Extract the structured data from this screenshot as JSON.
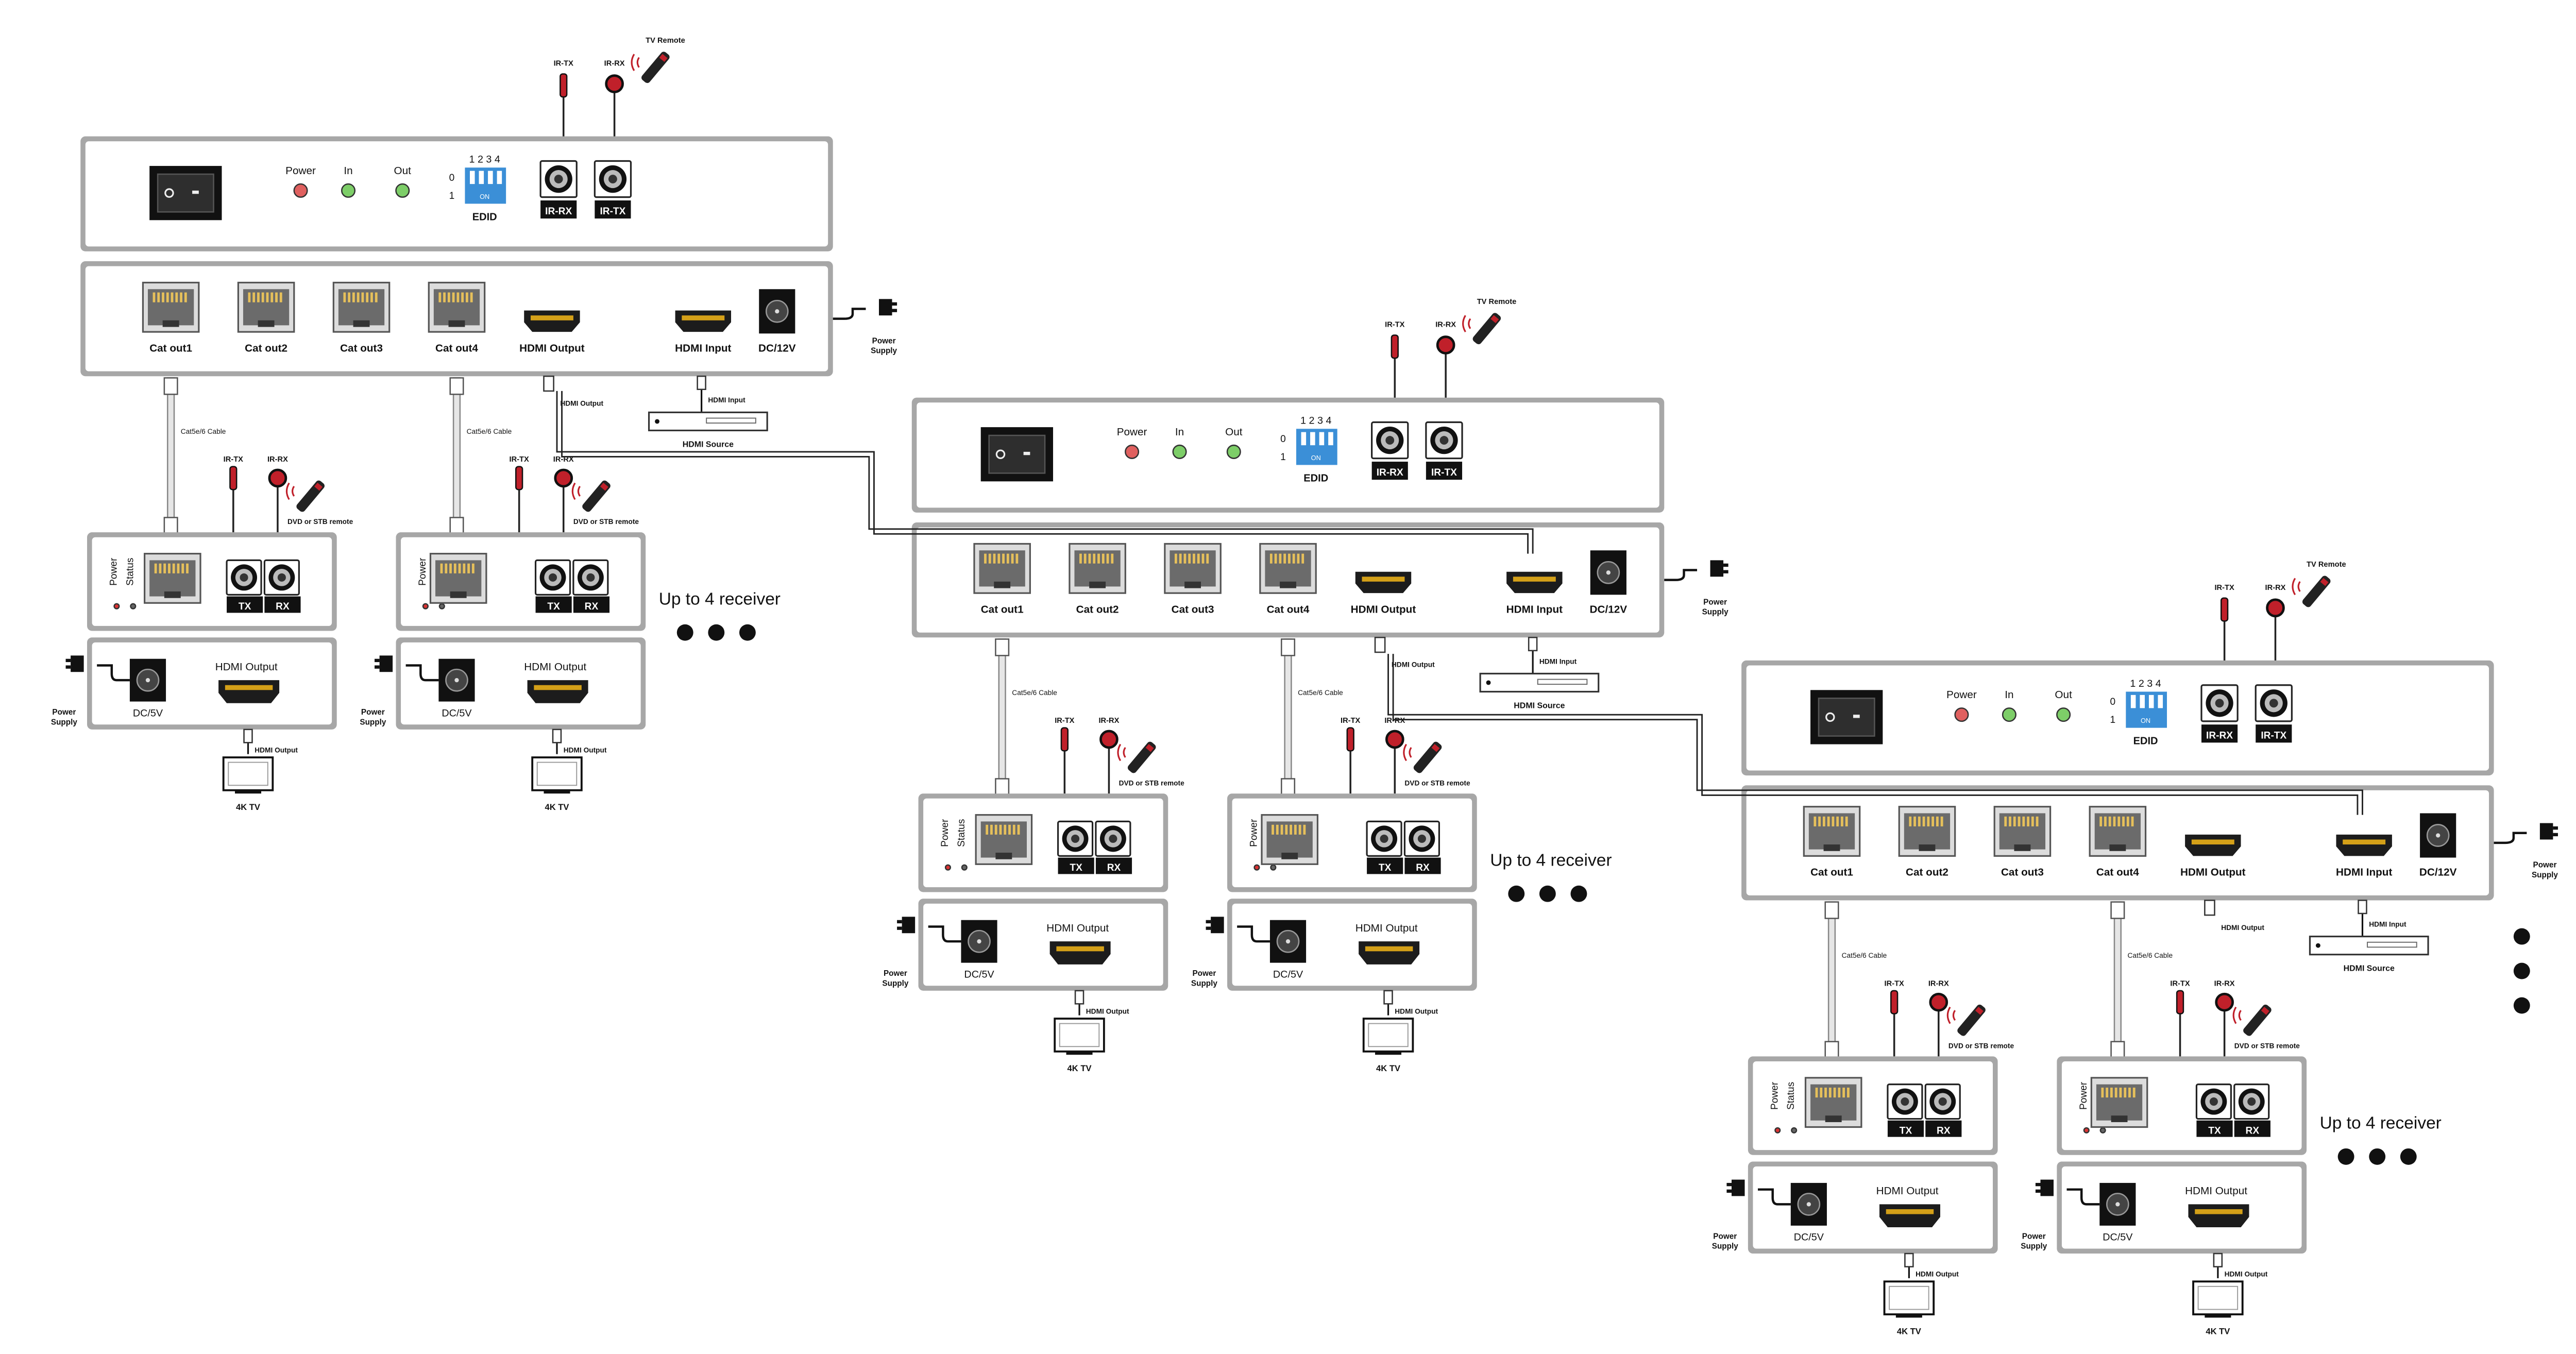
{
  "labels": {
    "power": "Power",
    "in": "In",
    "out": "Out",
    "edid": "EDID",
    "dip_numbers": "1 2 3 4",
    "dip_on": "ON",
    "dip_zero": "0",
    "dip_one": "1",
    "ir_rx": "IR-RX",
    "ir_tx": "IR-TX",
    "tv_remote": "TV Remote",
    "cat_out": [
      "Cat out1",
      "Cat out2",
      "Cat out3",
      "Cat out4"
    ],
    "hdmi_output": "HDMI Output",
    "hdmi_input": "HDMI Input",
    "dc12v": "DC/12V",
    "power_supply_1": "Power",
    "power_supply_2": "Supply",
    "hdmi_source": "HDMI Source",
    "cable": "Cat5e/6 Cable",
    "dvd_remote": "DVD or STB remote",
    "rx_power": "Power",
    "rx_status": "Status",
    "tx": "TX",
    "rx": "RX",
    "dc5v": "DC/5V",
    "tv": "4K TV",
    "up_to": "Up to 4 receiver"
  },
  "colors": {
    "frame": "#a7a7a7",
    "panel": "#ffffff",
    "dark": "#1a1a1a",
    "power_led": "#e06060",
    "status_led": "#7dcd68",
    "dip": "#3b8fd6",
    "ir_red": "#c0202a",
    "hdmi_gold": "#d4a017"
  },
  "icons": [
    "rocker-switch-icon",
    "led-icon",
    "dip-switch-icon",
    "ir-jack-icon",
    "rj45-port-icon",
    "hdmi-port-icon",
    "dc-jack-icon",
    "power-adapter-icon",
    "remote-control-icon",
    "tv-icon",
    "hdmi-source-icon"
  ]
}
